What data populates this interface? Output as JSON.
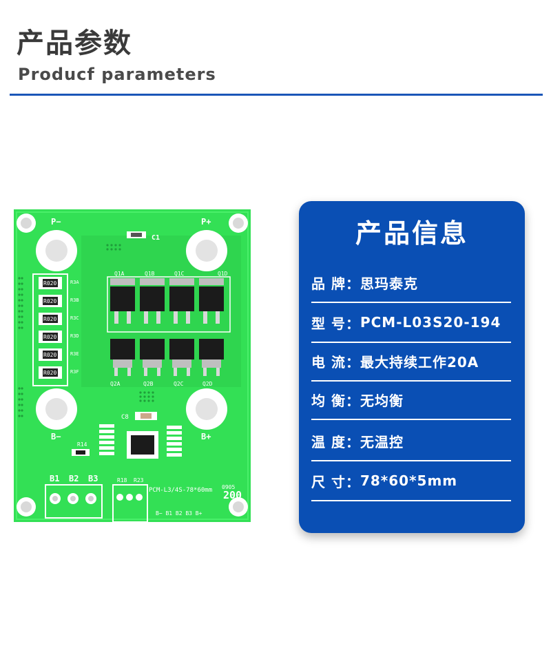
{
  "header": {
    "title_cn": "产品参数",
    "title_en": "Producf  parameters"
  },
  "pcb": {
    "silk": {
      "p_minus": "P−",
      "p_plus": "P+",
      "c1": "C1",
      "q1a": "Q1A",
      "q1b": "Q1B",
      "q1c": "Q1C",
      "q1d": "Q1D",
      "q2a": "Q2A",
      "q2b": "Q2B",
      "q2c": "Q2C",
      "q2d": "Q2D",
      "r_code": "R020",
      "r3a": "R3A",
      "r3b": "R3B",
      "r3c": "R3C",
      "r3d": "R3D",
      "r3e": "R3E",
      "r3f": "R3F",
      "c8": "C8",
      "b_minus": "B−",
      "b_plus": "B+",
      "r14": "R14",
      "b1": "B1",
      "b2": "B2",
      "b3": "B3",
      "r18": "R18",
      "r23": "R23",
      "model": "PCM-L3/4S-78*60mm",
      "rev": "200",
      "date": "0905",
      "pins": "B−  B1  B2  B3  B+"
    }
  },
  "info": {
    "heading": "产品信息",
    "rows": [
      {
        "label": "品 牌：",
        "value": "思玛泰克"
      },
      {
        "label": "型  号：",
        "value": "PCM-L03S20-194"
      },
      {
        "label": "电  流：",
        "value": "最大持续工作20A"
      },
      {
        "label": "均  衡：",
        "value": "无均衡"
      },
      {
        "label": "温  度：",
        "value": "无温控"
      },
      {
        "label": "尺  寸：",
        "value": "78*60*5mm"
      }
    ]
  },
  "colors": {
    "accent_blue": "#1a56b8",
    "card_blue": "#0a4fb4",
    "pcb_green": "#33e055",
    "silk_white": "#ffffff"
  }
}
